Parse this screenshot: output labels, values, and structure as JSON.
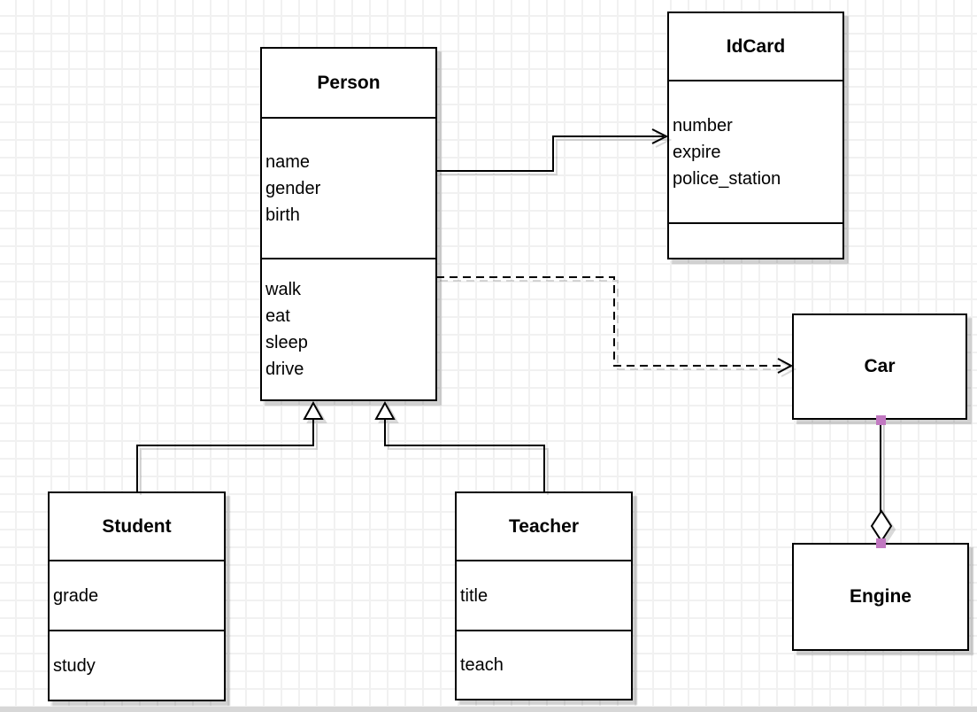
{
  "diagram": {
    "type": "uml-class-diagram",
    "classes": {
      "person": {
        "title": "Person",
        "attributes": [
          "name",
          "gender",
          "birth"
        ],
        "methods": [
          "walk",
          "eat",
          "sleep",
          "drive"
        ]
      },
      "idcard": {
        "title": "IdCard",
        "attributes": [
          "number",
          "expire",
          "police_station"
        ],
        "methods": []
      },
      "car": {
        "title": "Car",
        "attributes": [],
        "methods": []
      },
      "engine": {
        "title": "Engine",
        "attributes": [],
        "methods": []
      },
      "student": {
        "title": "Student",
        "attributes": [
          "grade"
        ],
        "methods": [
          "study"
        ]
      },
      "teacher": {
        "title": "Teacher",
        "attributes": [
          "title"
        ],
        "methods": [
          "teach"
        ]
      }
    },
    "relationships": [
      {
        "from": "Person",
        "to": "IdCard",
        "type": "association",
        "line": "solid",
        "arrow": "open-arrow"
      },
      {
        "from": "Person",
        "to": "Car",
        "type": "dependency",
        "line": "dashed",
        "arrow": "open-arrow"
      },
      {
        "from": "Student",
        "to": "Person",
        "type": "generalization",
        "line": "solid",
        "arrow": "hollow-triangle"
      },
      {
        "from": "Teacher",
        "to": "Person",
        "type": "generalization",
        "line": "solid",
        "arrow": "hollow-triangle"
      },
      {
        "from": "Car",
        "to": "Engine",
        "type": "aggregation",
        "line": "solid",
        "arrow": "hollow-diamond"
      }
    ],
    "colors": {
      "box_border": "#000000",
      "box_fill": "#ffffff",
      "connector": "#000000",
      "endpoint_handle": "#c178c1",
      "grid_line": "#f1f1f1",
      "canvas_background": "#ffffff",
      "shadow": "#cccccc",
      "bottom_strip": "#d7d7d7"
    }
  }
}
